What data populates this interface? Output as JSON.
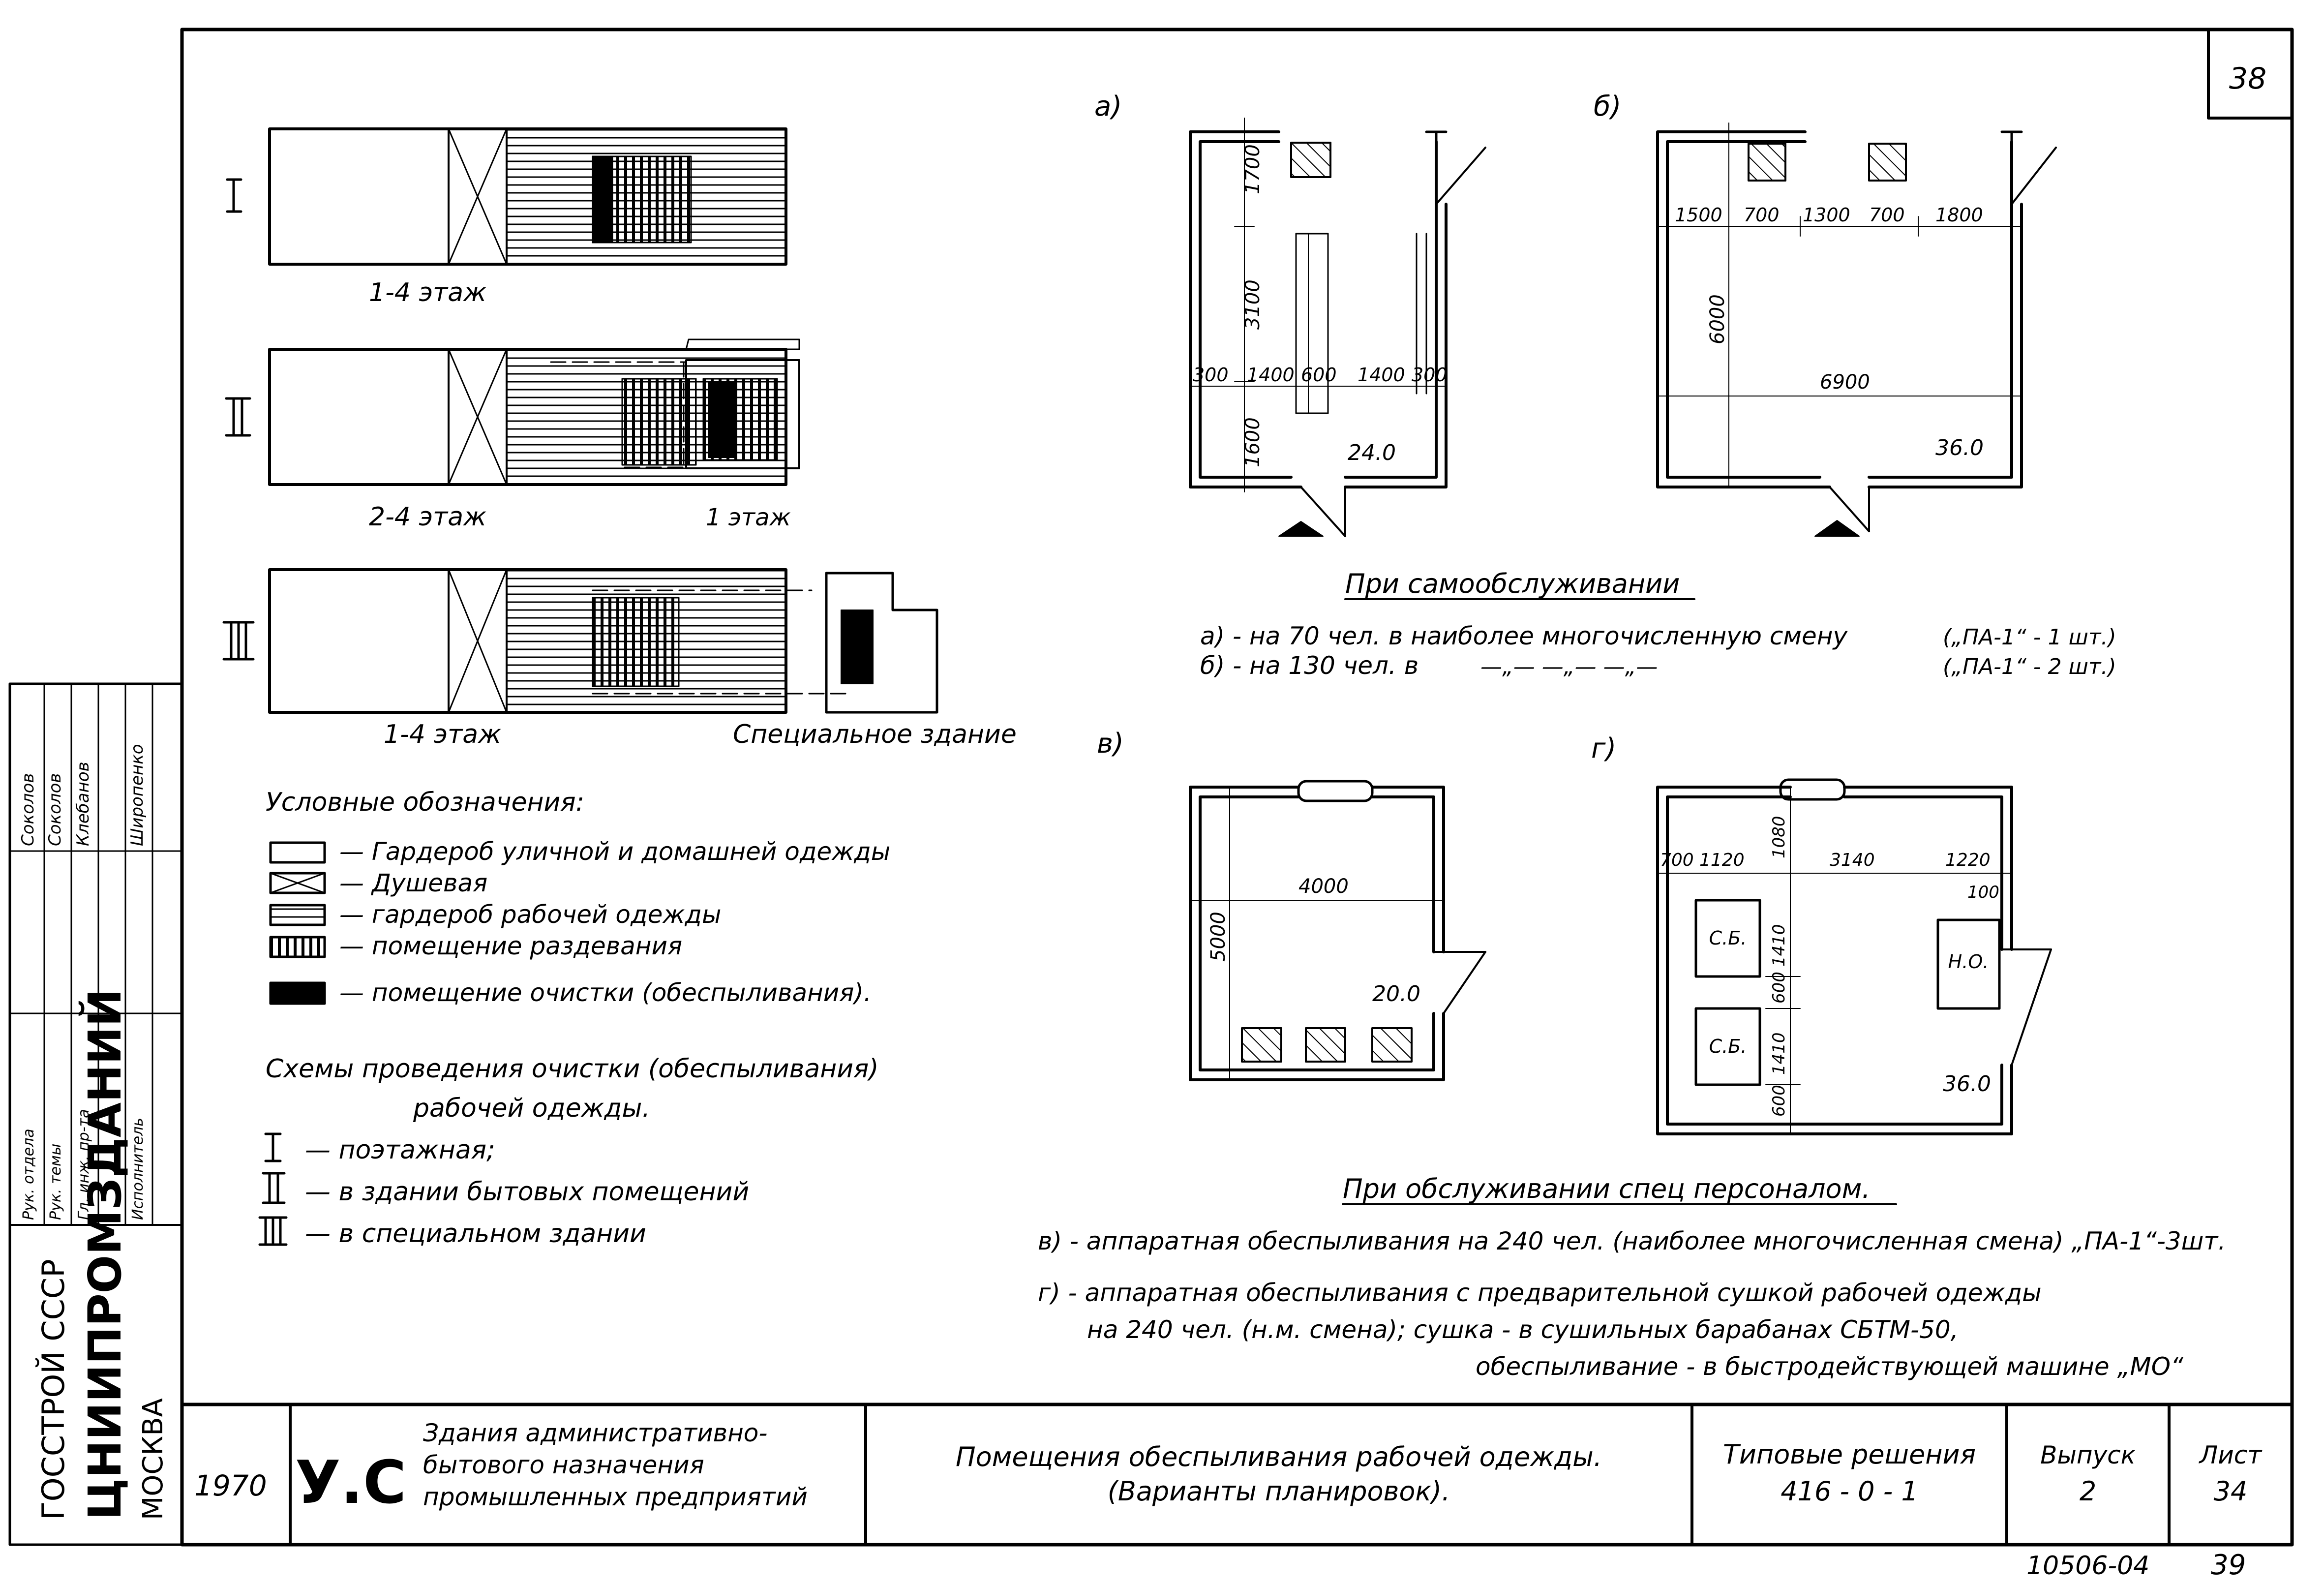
{
  "sheet_corner_number": "38",
  "schemes": {
    "roman": [
      "I",
      "II",
      "III"
    ],
    "captions": [
      "1-4 этаж",
      "2-4 этаж",
      "1 этаж",
      "1-4 этаж",
      "Специальное здание"
    ]
  },
  "legend": {
    "title": "Условные обозначения:",
    "items": [
      "— Гардероб уличной и домашней одежды",
      "— Душевая",
      "— гардероб рабочей одежды",
      "— помещение раздевания",
      "— помещение очистки (обеспыливания)."
    ]
  },
  "methods": {
    "title_line1": "Схемы проведения очистки (обеспыливания)",
    "title_line2": "рабочей одежды.",
    "items": [
      {
        "numeral": "I",
        "text": "— поэтажная;"
      },
      {
        "numeral": "II",
        "text": "— в здании бытовых помещений"
      },
      {
        "numeral": "III",
        "text": "— в специальном здании"
      }
    ]
  },
  "plans": {
    "a": {
      "letter": "а)",
      "area": "24.0",
      "dims_v": [
        "1700",
        "3100",
        "1600"
      ],
      "dims_h": [
        "300",
        "1400",
        "600",
        "1400",
        "300"
      ]
    },
    "b": {
      "letter": "б)",
      "area": "36.0",
      "dims_top": [
        "1500",
        "700",
        "1300",
        "700",
        "1800"
      ],
      "dim_v": "6000",
      "dim_h": "6900"
    },
    "v": {
      "letter": "в)",
      "area": "20.0",
      "dim_v": "5000",
      "dim_h": "4000"
    },
    "g": {
      "letter": "г)",
      "area": "36.0",
      "dims_top": [
        "700",
        "1120",
        "3140",
        "1220"
      ],
      "dim_right": "100",
      "dims_v": [
        "1080",
        "1410",
        "600",
        "1410",
        "600"
      ],
      "labels": [
        "С.Б.",
        "С.Б.",
        "Н.О."
      ]
    }
  },
  "self_service": {
    "heading": "При самообслуживании",
    "line_a": "а) - на 70 чел. в наиболее многочисленную смену",
    "line_a_note": "(„ПА-1“ - 1 шт.)",
    "line_b": "б) - на 130 чел. в",
    "line_b_ditto": "—„—        —„—            —„—",
    "line_b_note": "(„ПА-1“ - 2 шт.)"
  },
  "staff_service": {
    "heading": "При обслуживании спец персоналом.",
    "line_v": "в) - аппаратная обеспыливания на 240 чел. (наиболее многочисленная смена) „ПА-1“-3шт.",
    "line_g1": "г) - аппаратная обеспыливания с предварительной сушкой рабочей одежды",
    "line_g2": "на 240 чел. (н.м. смена); сушка - в сушильных барабанах СБТМ-50,",
    "line_g3": "обеспыливание - в быстродействующей машине „МО“"
  },
  "side_stamp": {
    "roles": [
      "Рук. отдела",
      "Рук. темы",
      "Гл. инж. пр-та",
      "Исполнитель"
    ],
    "names": [
      "Соколов",
      "Соколов",
      "Клебанов",
      "Широпенко"
    ],
    "org": "ГОССТРОЙ СССР",
    "institute": "ЦНИИПРОМЗДАНИЙ",
    "city": "МОСКВА"
  },
  "title_block": {
    "year": "1970",
    "mark": "У.С",
    "building_line1": "Здания административно-",
    "building_line2": "бытового назначения",
    "building_line3": "промышленных предприятий",
    "sheet_title1": "Помещения обеспыливания рабочей одежды.",
    "sheet_title2": "(Варианты планировок).",
    "series_title": "Типовые решения",
    "series_number": "416 - 0 - 1",
    "issue_label": "Выпуск",
    "issue_number": "2",
    "sheet_label": "Лист",
    "sheet_number": "34"
  },
  "footer": {
    "doc_number": "10506-04",
    "page": "39"
  }
}
